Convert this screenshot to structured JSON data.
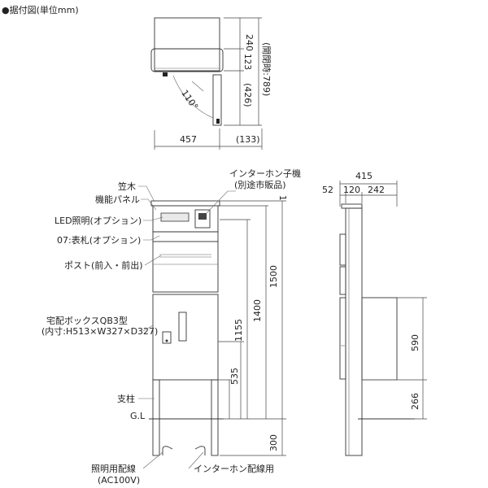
{
  "title": "●据付図(単位mm)",
  "top_view": {
    "dims": {
      "d240": "240",
      "d123": "123",
      "d426": "(426)",
      "d789": "(開閉時:789)",
      "d457": "457",
      "d133": "(133)",
      "angle": "110°"
    }
  },
  "front_view": {
    "labels": {
      "kasagi": "笠木",
      "panel": "機能パネル",
      "led": "LED照明(オプション)",
      "hyosatsu": "07:表札(オプション)",
      "post": "ポスト(前入・前出)",
      "box": "宅配ボックスQB3型",
      "box_inner": "(内寸:H513×W327×D327)",
      "shichu": "支柱",
      "gl": "G.L",
      "shomei": "照明用配線",
      "ac": "(AC100V)",
      "intercom": "インターホン子機",
      "betto": "(別途市販品)",
      "intercom_wire": "インターホン配線用"
    },
    "dims": {
      "d1": "1",
      "d1155": "1155",
      "d1400": "1400",
      "d1500": "1500",
      "d535": "535",
      "d300": "300"
    }
  },
  "side_view": {
    "dims": {
      "d415": "415",
      "d52": "52",
      "d120": "120",
      "d242": "242",
      "d590": "590",
      "d266": "266"
    }
  }
}
